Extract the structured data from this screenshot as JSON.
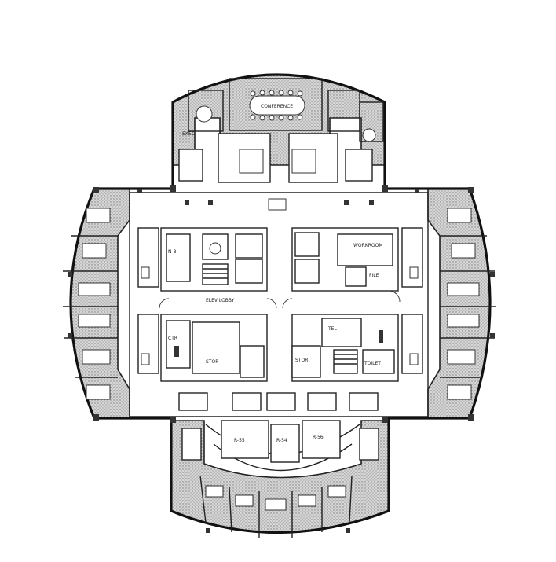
{
  "plan": {
    "rooms": [
      {
        "id": "boardroom",
        "text": "CONFERENCE"
      },
      {
        "id": "exec-nw",
        "text": "EXEC"
      },
      {
        "id": "core-office-nw",
        "text": "N-8"
      },
      {
        "id": "core-office-ne",
        "text": "WORKROOM"
      },
      {
        "id": "core-office-ne2",
        "text": "FILE"
      },
      {
        "id": "core-corridor",
        "text": "ELEV LOBBY"
      },
      {
        "id": "core-sw",
        "text": "CTR"
      },
      {
        "id": "core-sw2",
        "text": "STOR"
      },
      {
        "id": "core-se",
        "text": "TEL"
      },
      {
        "id": "core-se2",
        "text": "STOR"
      },
      {
        "id": "core-se3",
        "text": "TOILET"
      },
      {
        "id": "south-office-1",
        "text": "R-55"
      },
      {
        "id": "south-office-2",
        "text": "R-54"
      },
      {
        "id": "south-office-3",
        "text": "R-56"
      }
    ]
  },
  "colors": {
    "wall": "#111111",
    "stipple": "#9a9a9a",
    "background": "#ffffff"
  }
}
